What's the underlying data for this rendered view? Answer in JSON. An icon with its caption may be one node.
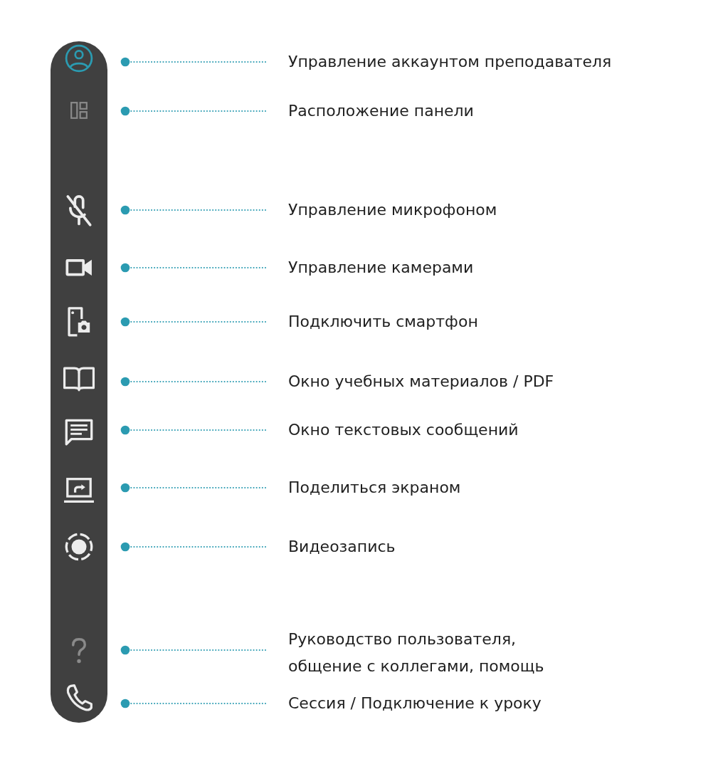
{
  "diagram": {
    "nodes": [
      {
        "text": [],
        "shape": "bar"
      },
      {
        "text": [],
        "shape": "picture",
        "in": 0
      },
      {
        "text": [
          "Управление аккаунтом преподавателя"
        ]
      },
      {
        "text": [],
        "shape": "picture",
        "in": 0
      },
      {
        "text": [
          "Расположение панели"
        ]
      },
      {
        "text": [],
        "shape": "picture",
        "in": 0
      },
      {
        "text": [
          "Управление микрофоном"
        ]
      },
      {
        "text": [],
        "shape": "picture",
        "in": 0
      },
      {
        "text": [
          "Управление камерами"
        ]
      },
      {
        "text": [],
        "shape": "picture",
        "in": 0
      },
      {
        "text": [
          "Подключить смартфон"
        ]
      },
      {
        "text": [],
        "shape": "picture",
        "in": 0
      },
      {
        "text": [
          "Окно учебных материалов / PDF"
        ]
      },
      {
        "text": [],
        "shape": "picture",
        "in": 0
      },
      {
        "text": [
          "Окно текстовых сообщений"
        ]
      },
      {
        "text": [],
        "shape": "picture",
        "in": 0
      },
      {
        "text": [
          "Поделиться экраном"
        ]
      },
      {
        "text": [],
        "shape": "picture",
        "in": 0
      },
      {
        "text": [
          "Видеозапись"
        ]
      },
      {
        "text": [],
        "shape": "picture",
        "in": 0
      },
      {
        "text": [
          "Руководство пользователя, общение с коллегами, помощь"
        ]
      },
      {
        "text": [],
        "shape": "picture",
        "in": 0
      },
      {
        "text": [
          "Сессия / Подключение к уроку"
        ]
      }
    ],
    "edges": [
      {
        "from": 2,
        "to": 1,
        "arrow": "other"
      },
      {
        "from": 4,
        "to": 3,
        "arrow": "other"
      },
      {
        "from": 6,
        "to": 5,
        "arrow": "other"
      },
      {
        "from": 8,
        "to": 7,
        "arrow": "other"
      },
      {
        "from": 10,
        "to": 9,
        "arrow": "other"
      },
      {
        "from": 12,
        "to": 11,
        "arrow": "other"
      },
      {
        "from": 14,
        "to": 13,
        "arrow": "other"
      },
      {
        "from": 16,
        "to": 15,
        "arrow": "other"
      },
      {
        "from": 18,
        "to": 17,
        "arrow": "other"
      },
      {
        "from": 20,
        "to": 19,
        "arrow": "other"
      },
      {
        "from": 22,
        "to": 21,
        "arrow": "other"
      }
    ]
  }
}
